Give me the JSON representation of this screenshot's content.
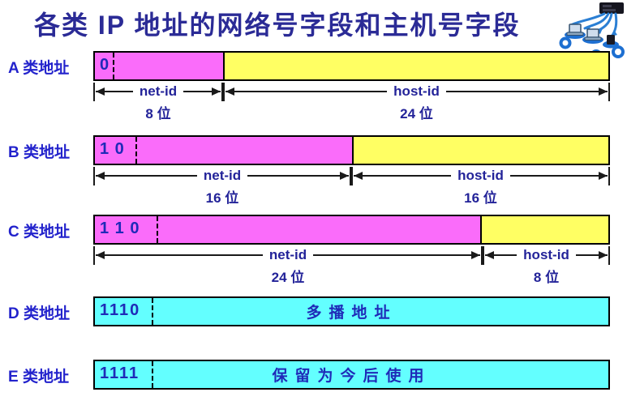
{
  "title": "各类 IP 地址的网络号字段和主机号字段",
  "icon": {
    "name": "network-clipart"
  },
  "colors": {
    "title_text": "#2b2b96",
    "row_label_text": "#2222cc",
    "bit_text": "#1f2ab8",
    "annotation_text": "#232399",
    "net_id_fill": "#fa6cfa",
    "host_id_fill": "#ffff63",
    "special_fill": "#63ffff",
    "border": "#000000"
  },
  "rows": [
    {
      "label": "A 类地址",
      "bits": "0",
      "net_pct": 25,
      "measures": [
        {
          "name": "net-id",
          "bits": "8 位"
        },
        {
          "name": "host-id",
          "bits": "24 位"
        }
      ]
    },
    {
      "label": "B 类地址",
      "bits": "1 0",
      "net_pct": 50,
      "measures": [
        {
          "name": "net-id",
          "bits": "16 位"
        },
        {
          "name": "host-id",
          "bits": "16 位"
        }
      ]
    },
    {
      "label": "C 类地址",
      "bits": "1 1 0",
      "net_pct": 75,
      "measures": [
        {
          "name": "net-id",
          "bits": "24 位"
        },
        {
          "name": "host-id",
          "bits": "8 位"
        }
      ]
    },
    {
      "label": "D 类地址",
      "bits": "1110",
      "text": "多播地址"
    },
    {
      "label": "E 类地址",
      "bits": "1111",
      "text": "保留为今后使用"
    }
  ]
}
